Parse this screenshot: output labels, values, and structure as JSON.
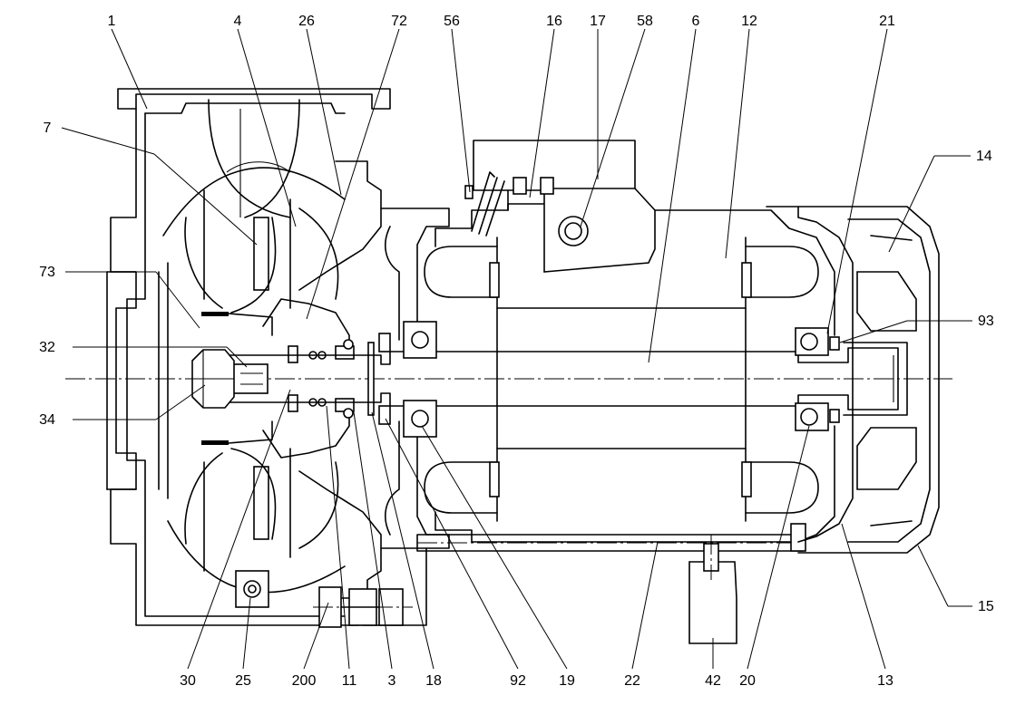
{
  "callouts": {
    "c1": "1",
    "c4": "4",
    "c26": "26",
    "c72": "72",
    "c56": "56",
    "c16": "16",
    "c17": "17",
    "c58": "58",
    "c6": "6",
    "c12": "12",
    "c21": "21",
    "c14": "14",
    "c7": "7",
    "c73": "73",
    "c32": "32",
    "c34": "34",
    "c93": "93",
    "c15": "15",
    "c30": "30",
    "c25": "25",
    "c200": "200",
    "c11": "11",
    "c3": "3",
    "c18": "18",
    "c92": "92",
    "c19": "19",
    "c22": "22",
    "c42": "42",
    "c20": "20",
    "c13": "13"
  }
}
